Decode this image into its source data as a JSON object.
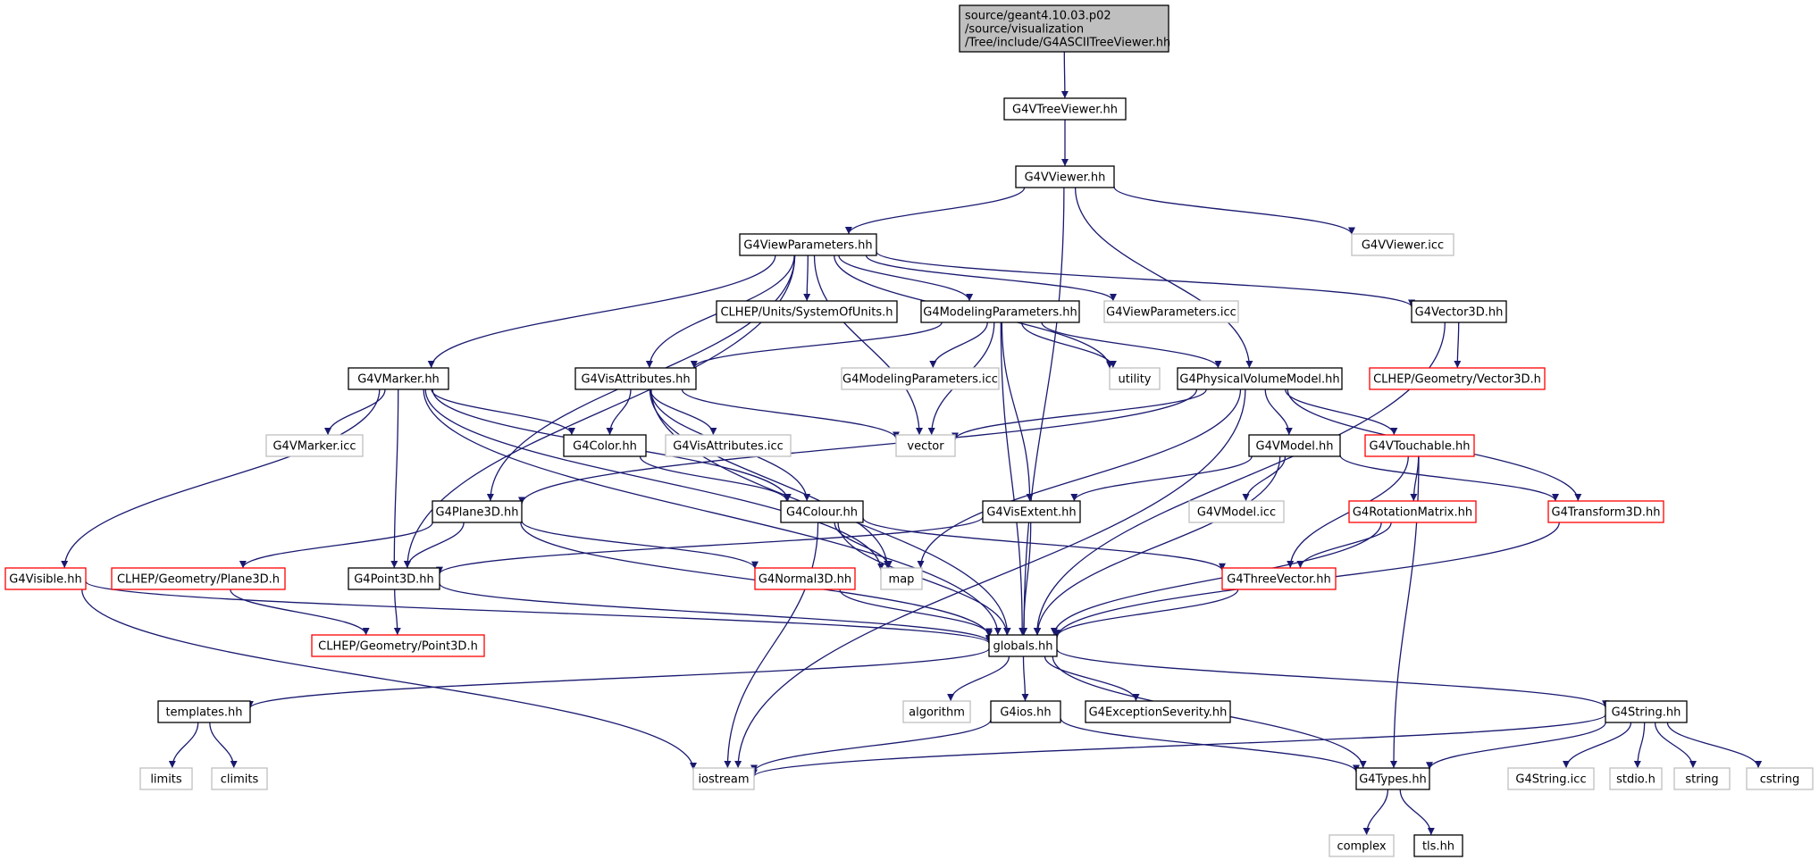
{
  "colors": {
    "edge": "#191970",
    "node_border_black": "#000000",
    "node_border_red": "#ff0000",
    "node_border_gray": "#bfbfbf",
    "root_fill": "#bfbfbf",
    "node_fill": "#ffffff",
    "external_text": "#404040"
  },
  "nodes": {
    "root": {
      "lines": [
        "source/geant4.10.03.p02",
        "/source/visualization",
        "/Tree/include/G4ASCIITreeViewer.hh"
      ],
      "style": "root"
    },
    "vtreeviewer": {
      "label": "G4VTreeViewer.hh",
      "style": "black"
    },
    "vviewer": {
      "label": "G4VViewer.hh",
      "style": "black"
    },
    "viewparams": {
      "label": "G4ViewParameters.hh",
      "style": "black"
    },
    "vviewer_icc": {
      "label": "G4VViewer.icc",
      "style": "gray"
    },
    "clhep_units": {
      "label": "CLHEP/Units/SystemOfUnits.h",
      "style": "black"
    },
    "modelingparams": {
      "label": "G4ModelingParameters.hh",
      "style": "black"
    },
    "viewparams_icc": {
      "label": "G4ViewParameters.icc",
      "style": "gray"
    },
    "vector3d": {
      "label": "G4Vector3D.hh",
      "style": "black"
    },
    "vmarker": {
      "label": "G4VMarker.hh",
      "style": "black"
    },
    "visattribs": {
      "label": "G4VisAttributes.hh",
      "style": "black"
    },
    "modelingparams_icc": {
      "label": "G4ModelingParameters.icc",
      "style": "gray"
    },
    "utility": {
      "label": "utility",
      "style": "gray"
    },
    "physvolmodel": {
      "label": "G4PhysicalVolumeModel.hh",
      "style": "black"
    },
    "clhep_vector3d": {
      "label": "CLHEP/Geometry/Vector3D.h",
      "style": "red"
    },
    "vmarker_icc": {
      "label": "G4VMarker.icc",
      "style": "gray"
    },
    "color": {
      "label": "G4Color.hh",
      "style": "black"
    },
    "visattribs_icc": {
      "label": "G4VisAttributes.icc",
      "style": "gray"
    },
    "vector": {
      "label": "vector",
      "style": "gray"
    },
    "vmodel": {
      "label": "G4VModel.hh",
      "style": "black"
    },
    "vtouchable": {
      "label": "G4VTouchable.hh",
      "style": "red"
    },
    "plane3d": {
      "label": "G4Plane3D.hh",
      "style": "black"
    },
    "colour": {
      "label": "G4Colour.hh",
      "style": "black"
    },
    "visextent": {
      "label": "G4VisExtent.hh",
      "style": "black"
    },
    "vmodel_icc": {
      "label": "G4VModel.icc",
      "style": "gray"
    },
    "rotationmatrix": {
      "label": "G4RotationMatrix.hh",
      "style": "red"
    },
    "transform3d": {
      "label": "G4Transform3D.hh",
      "style": "red"
    },
    "visible": {
      "label": "G4Visible.hh",
      "style": "red"
    },
    "clhep_plane3d": {
      "label": "CLHEP/Geometry/Plane3D.h",
      "style": "red"
    },
    "point3d": {
      "label": "G4Point3D.hh",
      "style": "black"
    },
    "normal3d": {
      "label": "G4Normal3D.hh",
      "style": "red"
    },
    "map": {
      "label": "map",
      "style": "gray"
    },
    "threevector": {
      "label": "G4ThreeVector.hh",
      "style": "red"
    },
    "clhep_point3d": {
      "label": "CLHEP/Geometry/Point3D.h",
      "style": "red"
    },
    "globals": {
      "label": "globals.hh",
      "style": "black"
    },
    "templates": {
      "label": "templates.hh",
      "style": "black"
    },
    "algorithm": {
      "label": "algorithm",
      "style": "gray"
    },
    "g4ios": {
      "label": "G4ios.hh",
      "style": "black"
    },
    "exceptionseverity": {
      "label": "G4ExceptionSeverity.hh",
      "style": "black"
    },
    "g4string": {
      "label": "G4String.hh",
      "style": "black"
    },
    "limits": {
      "label": "limits",
      "style": "gray"
    },
    "climits": {
      "label": "climits",
      "style": "gray"
    },
    "iostream": {
      "label": "iostream",
      "style": "gray"
    },
    "g4types": {
      "label": "G4Types.hh",
      "style": "black"
    },
    "g4string_icc": {
      "label": "G4String.icc",
      "style": "gray"
    },
    "stdio": {
      "label": "stdio.h",
      "style": "gray"
    },
    "string": {
      "label": "string",
      "style": "gray"
    },
    "cstring": {
      "label": "cstring",
      "style": "gray"
    },
    "complex": {
      "label": "complex",
      "style": "gray"
    },
    "tls": {
      "label": "tls.hh",
      "style": "black"
    }
  },
  "edges": [
    [
      "root",
      "vtreeviewer"
    ],
    [
      "vtreeviewer",
      "vviewer"
    ],
    [
      "vviewer",
      "viewparams"
    ],
    [
      "vviewer",
      "vviewer_icc"
    ],
    [
      "vviewer",
      "physvolmodel"
    ],
    [
      "vviewer",
      "globals"
    ],
    [
      "viewparams",
      "clhep_units"
    ],
    [
      "viewparams",
      "modelingparams"
    ],
    [
      "viewparams",
      "viewparams_icc"
    ],
    [
      "viewparams",
      "vector3d"
    ],
    [
      "viewparams",
      "vmarker"
    ],
    [
      "viewparams",
      "visattribs"
    ],
    [
      "viewparams",
      "utility"
    ],
    [
      "viewparams",
      "vector"
    ],
    [
      "viewparams",
      "plane3d"
    ],
    [
      "viewparams",
      "point3d"
    ],
    [
      "modelingparams",
      "visattribs"
    ],
    [
      "modelingparams",
      "modelingparams_icc"
    ],
    [
      "modelingparams",
      "utility"
    ],
    [
      "modelingparams",
      "physvolmodel"
    ],
    [
      "modelingparams",
      "vector"
    ],
    [
      "modelingparams",
      "visextent"
    ],
    [
      "modelingparams",
      "globals"
    ],
    [
      "vector3d",
      "clhep_vector3d"
    ],
    [
      "vector3d",
      "globals"
    ],
    [
      "vmarker",
      "vmarker_icc"
    ],
    [
      "vmarker",
      "color"
    ],
    [
      "vmarker",
      "visible"
    ],
    [
      "vmarker",
      "point3d"
    ],
    [
      "vmarker",
      "colour"
    ],
    [
      "vmarker",
      "map"
    ],
    [
      "vmarker",
      "globals"
    ],
    [
      "visattribs",
      "color"
    ],
    [
      "visattribs",
      "visattribs_icc"
    ],
    [
      "visattribs",
      "colour"
    ],
    [
      "visattribs",
      "vector"
    ],
    [
      "visattribs",
      "map"
    ],
    [
      "visattribs",
      "globals"
    ],
    [
      "physvolmodel",
      "vector"
    ],
    [
      "physvolmodel",
      "vmodel"
    ],
    [
      "physvolmodel",
      "vtouchable"
    ],
    [
      "physvolmodel",
      "transform3d"
    ],
    [
      "physvolmodel",
      "plane3d"
    ],
    [
      "physvolmodel",
      "map"
    ],
    [
      "physvolmodel",
      "iostream"
    ],
    [
      "color",
      "colour"
    ],
    [
      "vmodel",
      "vmodel_icc"
    ],
    [
      "vmodel",
      "visextent"
    ],
    [
      "vmodel",
      "transform3d"
    ],
    [
      "vmodel",
      "globals"
    ],
    [
      "vtouchable",
      "rotationmatrix"
    ],
    [
      "vtouchable",
      "threevector"
    ],
    [
      "vtouchable",
      "g4types"
    ],
    [
      "plane3d",
      "clhep_plane3d"
    ],
    [
      "plane3d",
      "point3d"
    ],
    [
      "plane3d",
      "normal3d"
    ],
    [
      "plane3d",
      "globals"
    ],
    [
      "colour",
      "map"
    ],
    [
      "colour",
      "threevector"
    ],
    [
      "colour",
      "globals"
    ],
    [
      "colour",
      "iostream"
    ],
    [
      "visextent",
      "point3d"
    ],
    [
      "visextent",
      "globals"
    ],
    [
      "rotationmatrix",
      "threevector"
    ],
    [
      "rotationmatrix",
      "globals"
    ],
    [
      "transform3d",
      "globals"
    ],
    [
      "visible",
      "globals"
    ],
    [
      "visible",
      "iostream"
    ],
    [
      "clhep_plane3d",
      "clhep_point3d"
    ],
    [
      "point3d",
      "clhep_point3d"
    ],
    [
      "point3d",
      "globals"
    ],
    [
      "normal3d",
      "globals"
    ],
    [
      "threevector",
      "globals"
    ],
    [
      "globals",
      "templates"
    ],
    [
      "globals",
      "algorithm"
    ],
    [
      "globals",
      "g4ios"
    ],
    [
      "globals",
      "exceptionseverity"
    ],
    [
      "globals",
      "g4string"
    ],
    [
      "globals",
      "g4types"
    ],
    [
      "templates",
      "limits"
    ],
    [
      "templates",
      "climits"
    ],
    [
      "g4ios",
      "iostream"
    ],
    [
      "g4ios",
      "g4types"
    ],
    [
      "g4string",
      "g4string_icc"
    ],
    [
      "g4string",
      "stdio"
    ],
    [
      "g4string",
      "string"
    ],
    [
      "g4string",
      "cstring"
    ],
    [
      "g4string",
      "g4types"
    ],
    [
      "g4string",
      "iostream"
    ],
    [
      "g4types",
      "complex"
    ],
    [
      "g4types",
      "tls"
    ]
  ]
}
